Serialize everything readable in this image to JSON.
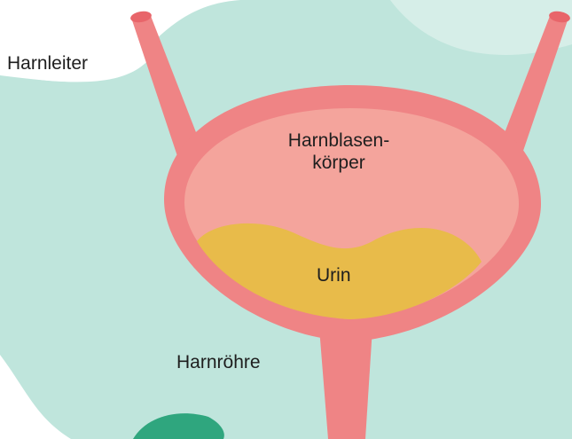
{
  "diagram": {
    "labels": {
      "ureter": "Harnleiter",
      "bladder_body_line1": "Harnblasen-",
      "bladder_body_line2": "körper",
      "urine": "Urin",
      "urethra": "Harnröhre"
    }
  },
  "colors": {
    "background_blob": "#bfe5dc",
    "background_blob_light": "#d6eee8",
    "bladder_wall": "#ef8485",
    "bladder_inner": "#f4a49c",
    "urine": "#e8bb4a",
    "tube_end": "#e8656a",
    "accent_green": "#2fa67e"
  },
  "icons": {
    "illustration": "bladder-illustration"
  }
}
